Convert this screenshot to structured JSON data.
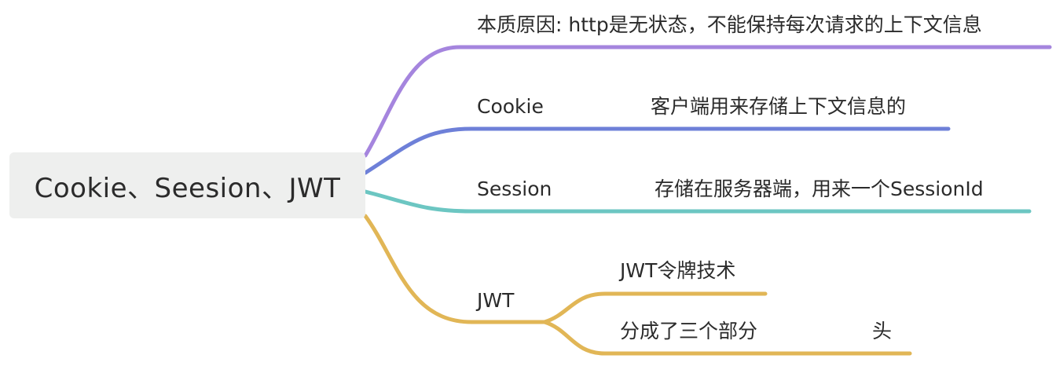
{
  "root": {
    "title": "Cookie、Seesion、JWT"
  },
  "branches": [
    {
      "id": "reason",
      "color": "#a585de",
      "label": "本质原因:",
      "detail": "http是无状态，不能保持每次请求的上下文信息",
      "detail_color": "#e07b7b"
    },
    {
      "id": "cookie",
      "color": "#6e80d8",
      "label": "Cookie",
      "detail": "客户端用来存储上下文信息的"
    },
    {
      "id": "session",
      "color": "#6cc6c2",
      "label": "Session",
      "detail": "存储在服务器端，用来一个SessionId"
    },
    {
      "id": "jwt",
      "color": "#e1b656",
      "label": "JWT",
      "children": [
        {
          "label": "JWT令牌技术"
        },
        {
          "label": "分成了三个部分",
          "detail": "头"
        }
      ]
    }
  ]
}
